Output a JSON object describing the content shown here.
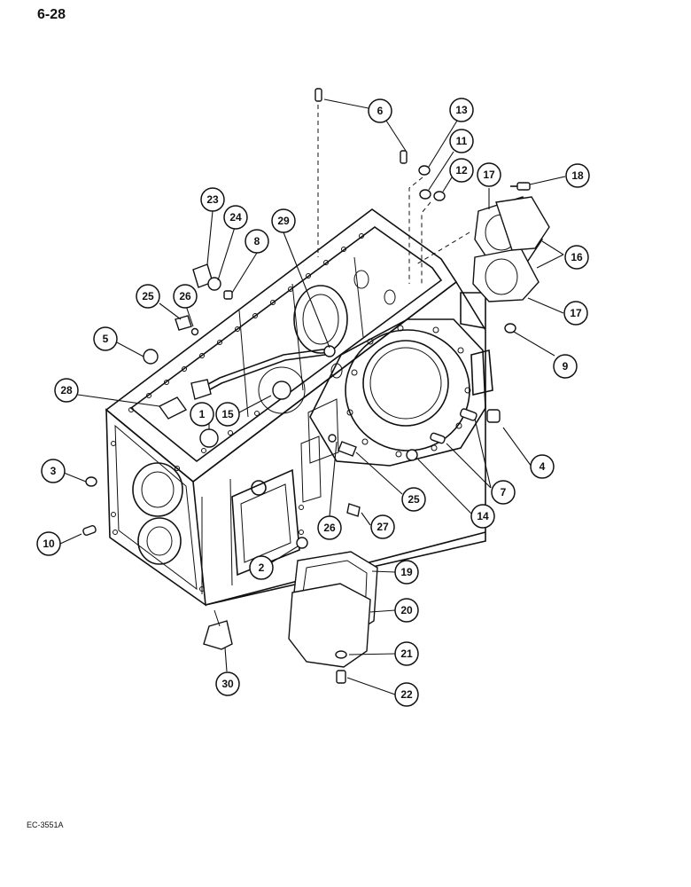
{
  "page_number": "6-28",
  "figure_code": "EC-3551A",
  "callouts": [
    {
      "label": "1"
    },
    {
      "label": "2"
    },
    {
      "label": "3"
    },
    {
      "label": "4"
    },
    {
      "label": "5"
    },
    {
      "label": "6"
    },
    {
      "label": "7"
    },
    {
      "label": "8"
    },
    {
      "label": "9"
    },
    {
      "label": "10"
    },
    {
      "label": "11"
    },
    {
      "label": "12"
    },
    {
      "label": "13"
    },
    {
      "label": "14"
    },
    {
      "label": "15"
    },
    {
      "label": "16"
    },
    {
      "label": "17"
    },
    {
      "label": "17"
    },
    {
      "label": "18"
    },
    {
      "label": "19"
    },
    {
      "label": "20"
    },
    {
      "label": "21"
    },
    {
      "label": "22"
    },
    {
      "label": "23"
    },
    {
      "label": "24"
    },
    {
      "label": "25"
    },
    {
      "label": "25"
    },
    {
      "label": "26"
    },
    {
      "label": "26"
    },
    {
      "label": "27"
    },
    {
      "label": "28"
    },
    {
      "label": "29"
    },
    {
      "label": "30"
    }
  ]
}
